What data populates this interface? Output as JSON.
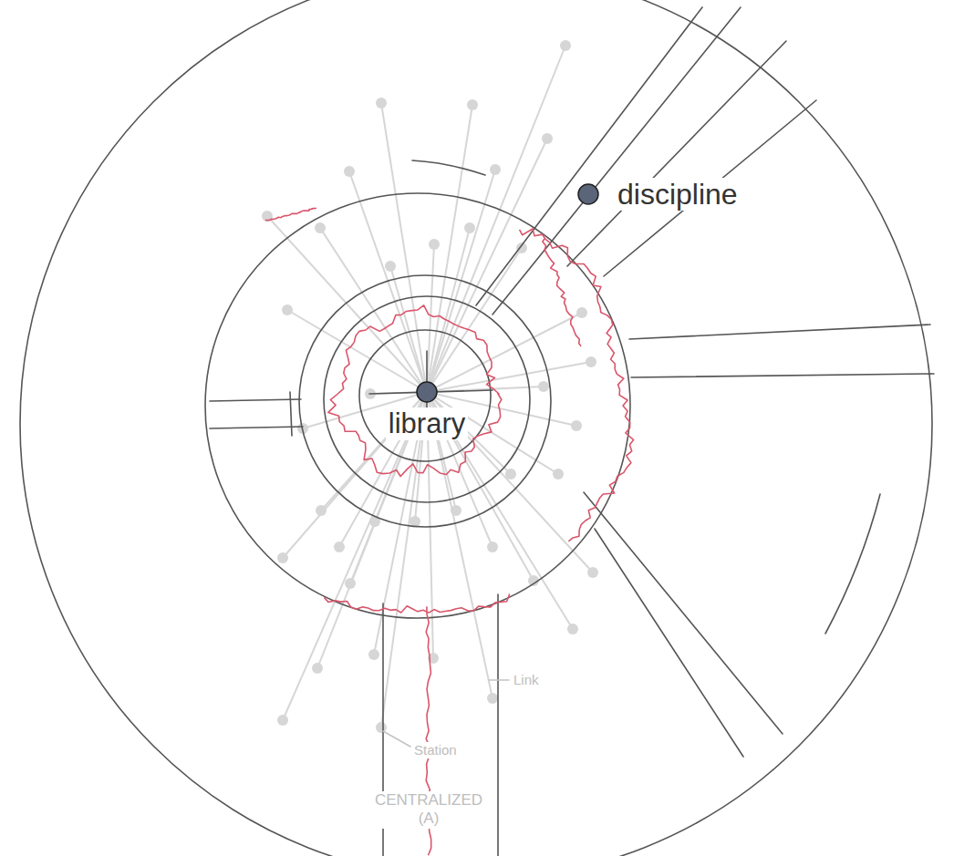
{
  "diagram": {
    "nodes": [
      {
        "text": [
          "library"
        ]
      },
      {
        "text": [
          "discipline"
        ]
      }
    ],
    "labels": [
      "Link",
      "Station",
      "CENTRALIZED (A)"
    ]
  }
}
